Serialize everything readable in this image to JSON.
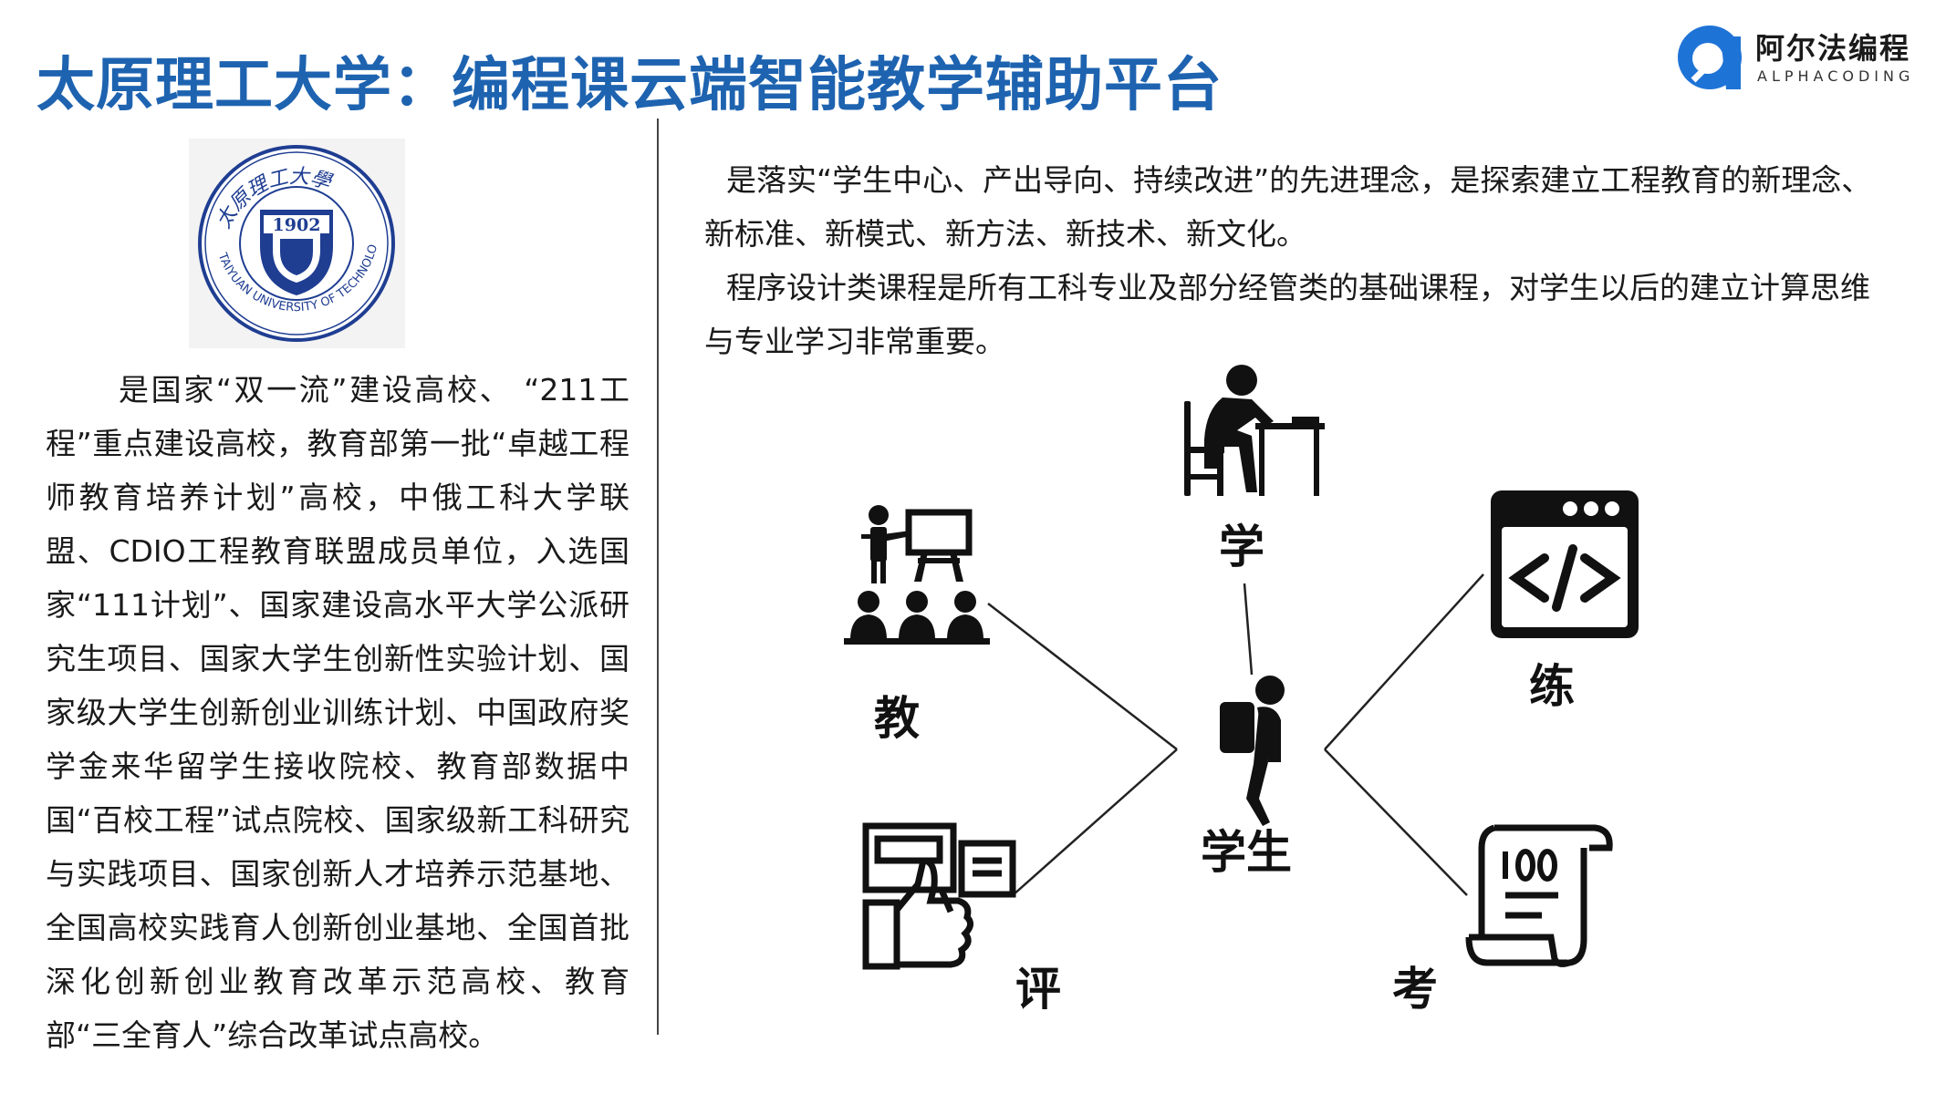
{
  "header": {
    "title": "太原理工大学：编程课云端智能教学辅助平台"
  },
  "brand": {
    "name": "阿尔法编程",
    "subtitle": "ALPHACODING",
    "accent_color": "#1e63b0"
  },
  "logo": {
    "year": "1902",
    "chinese_name": "太原理工大學",
    "english_name": "TAIYUAN UNIVERSITY OF TECHNOLOGY"
  },
  "left_paragraph": "是国家“双一流”建设高校、 “211工程”重点建设高校，教育部第一批“卓越工程师教育培养计划”高校，中俄工科大学联盟、CDIO工程教育联盟成员单位，入选国家“111计划”、国家建设高水平大学公派研究生项目、国家大学生创新性实验计划、国家级大学生创新创业训练计划、中国政府奖学金来华留学生接收院校、教育部数据中国“百校工程”试点院校、国家级新工科研究与实践项目、国家创新人才培养示范基地、全国高校实践育人创新创业基地、全国首批深化创新创业教育改革示范高校、教育部“三全育人”综合改革试点高校。",
  "right_paragraphs": [
    "是落实“学生中心、产出导向、持续改进”的先进理念，是探索建立工程教育的新理念、新标准、新模式、新方法、新技术、新文化。",
    "程序设计类课程是所有工科专业及部分经管类的基础课程，对学生以后的建立计算思维与专业学习非常重要。"
  ],
  "diagram": {
    "center": {
      "label": "学生",
      "icon": "student-backpack-icon"
    },
    "nodes": [
      {
        "key": "learn",
        "label": "学",
        "icon": "study-desk-icon"
      },
      {
        "key": "teach",
        "label": "教",
        "icon": "teacher-board-icon"
      },
      {
        "key": "practice",
        "label": "练",
        "icon": "code-window-icon"
      },
      {
        "key": "evaluate",
        "label": "评",
        "icon": "feedback-thumbs-up-icon"
      },
      {
        "key": "exam",
        "label": "考",
        "icon": "score-scroll-icon"
      }
    ]
  }
}
